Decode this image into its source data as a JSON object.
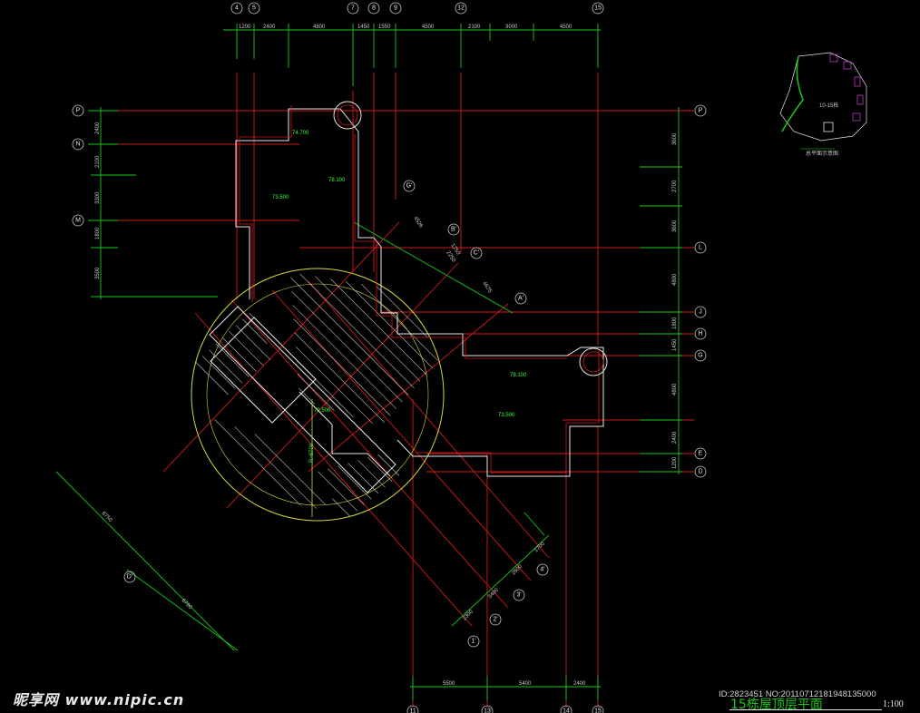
{
  "drawing": {
    "top_axes": [
      "4",
      "5",
      "7",
      "8",
      "9",
      "12",
      "15"
    ],
    "top_dims": [
      "1200",
      "2400",
      "4800",
      "1450",
      "1550",
      "4500",
      "2100",
      "3000",
      "4500"
    ],
    "left_axes": [
      "P",
      "N",
      "M"
    ],
    "left_dims": [
      "2400",
      "2100",
      "3300",
      "1800",
      "3500"
    ],
    "right_axes": [
      "P",
      "L",
      "J",
      "H",
      "G",
      "E",
      "D"
    ],
    "right_dims": [
      "3600",
      "2700",
      "3600",
      "4800",
      "1800",
      "1450",
      "4800",
      "2400",
      "1200"
    ],
    "bottom_axes": [
      "11",
      "13",
      "14",
      "15"
    ],
    "bottom_dims": [
      "5500",
      "5400",
      "2400"
    ],
    "diag_axes": [
      "G'",
      "B'",
      "C'",
      "A'",
      "D'",
      "1'",
      "2'",
      "3'",
      "4'"
    ],
    "diag_dims": [
      "4526",
      "1750",
      "2250",
      "4675",
      "8750",
      "6700",
      "2300",
      "3400",
      "2600",
      "1700"
    ],
    "elevations": [
      "74.700",
      "73.500",
      "78.100",
      "78.100",
      "73.500",
      "79.500"
    ],
    "radius_label": "R=6700",
    "keyplan_label": "10-15栋",
    "keyplan_caption": "总平面示意图"
  },
  "footer": {
    "logo": "昵享网 www.nipic.cn",
    "id_text": "ID:2823451 NO:20110712181948135000",
    "title": "15栋屋顶层平面",
    "scale": "1:100"
  }
}
